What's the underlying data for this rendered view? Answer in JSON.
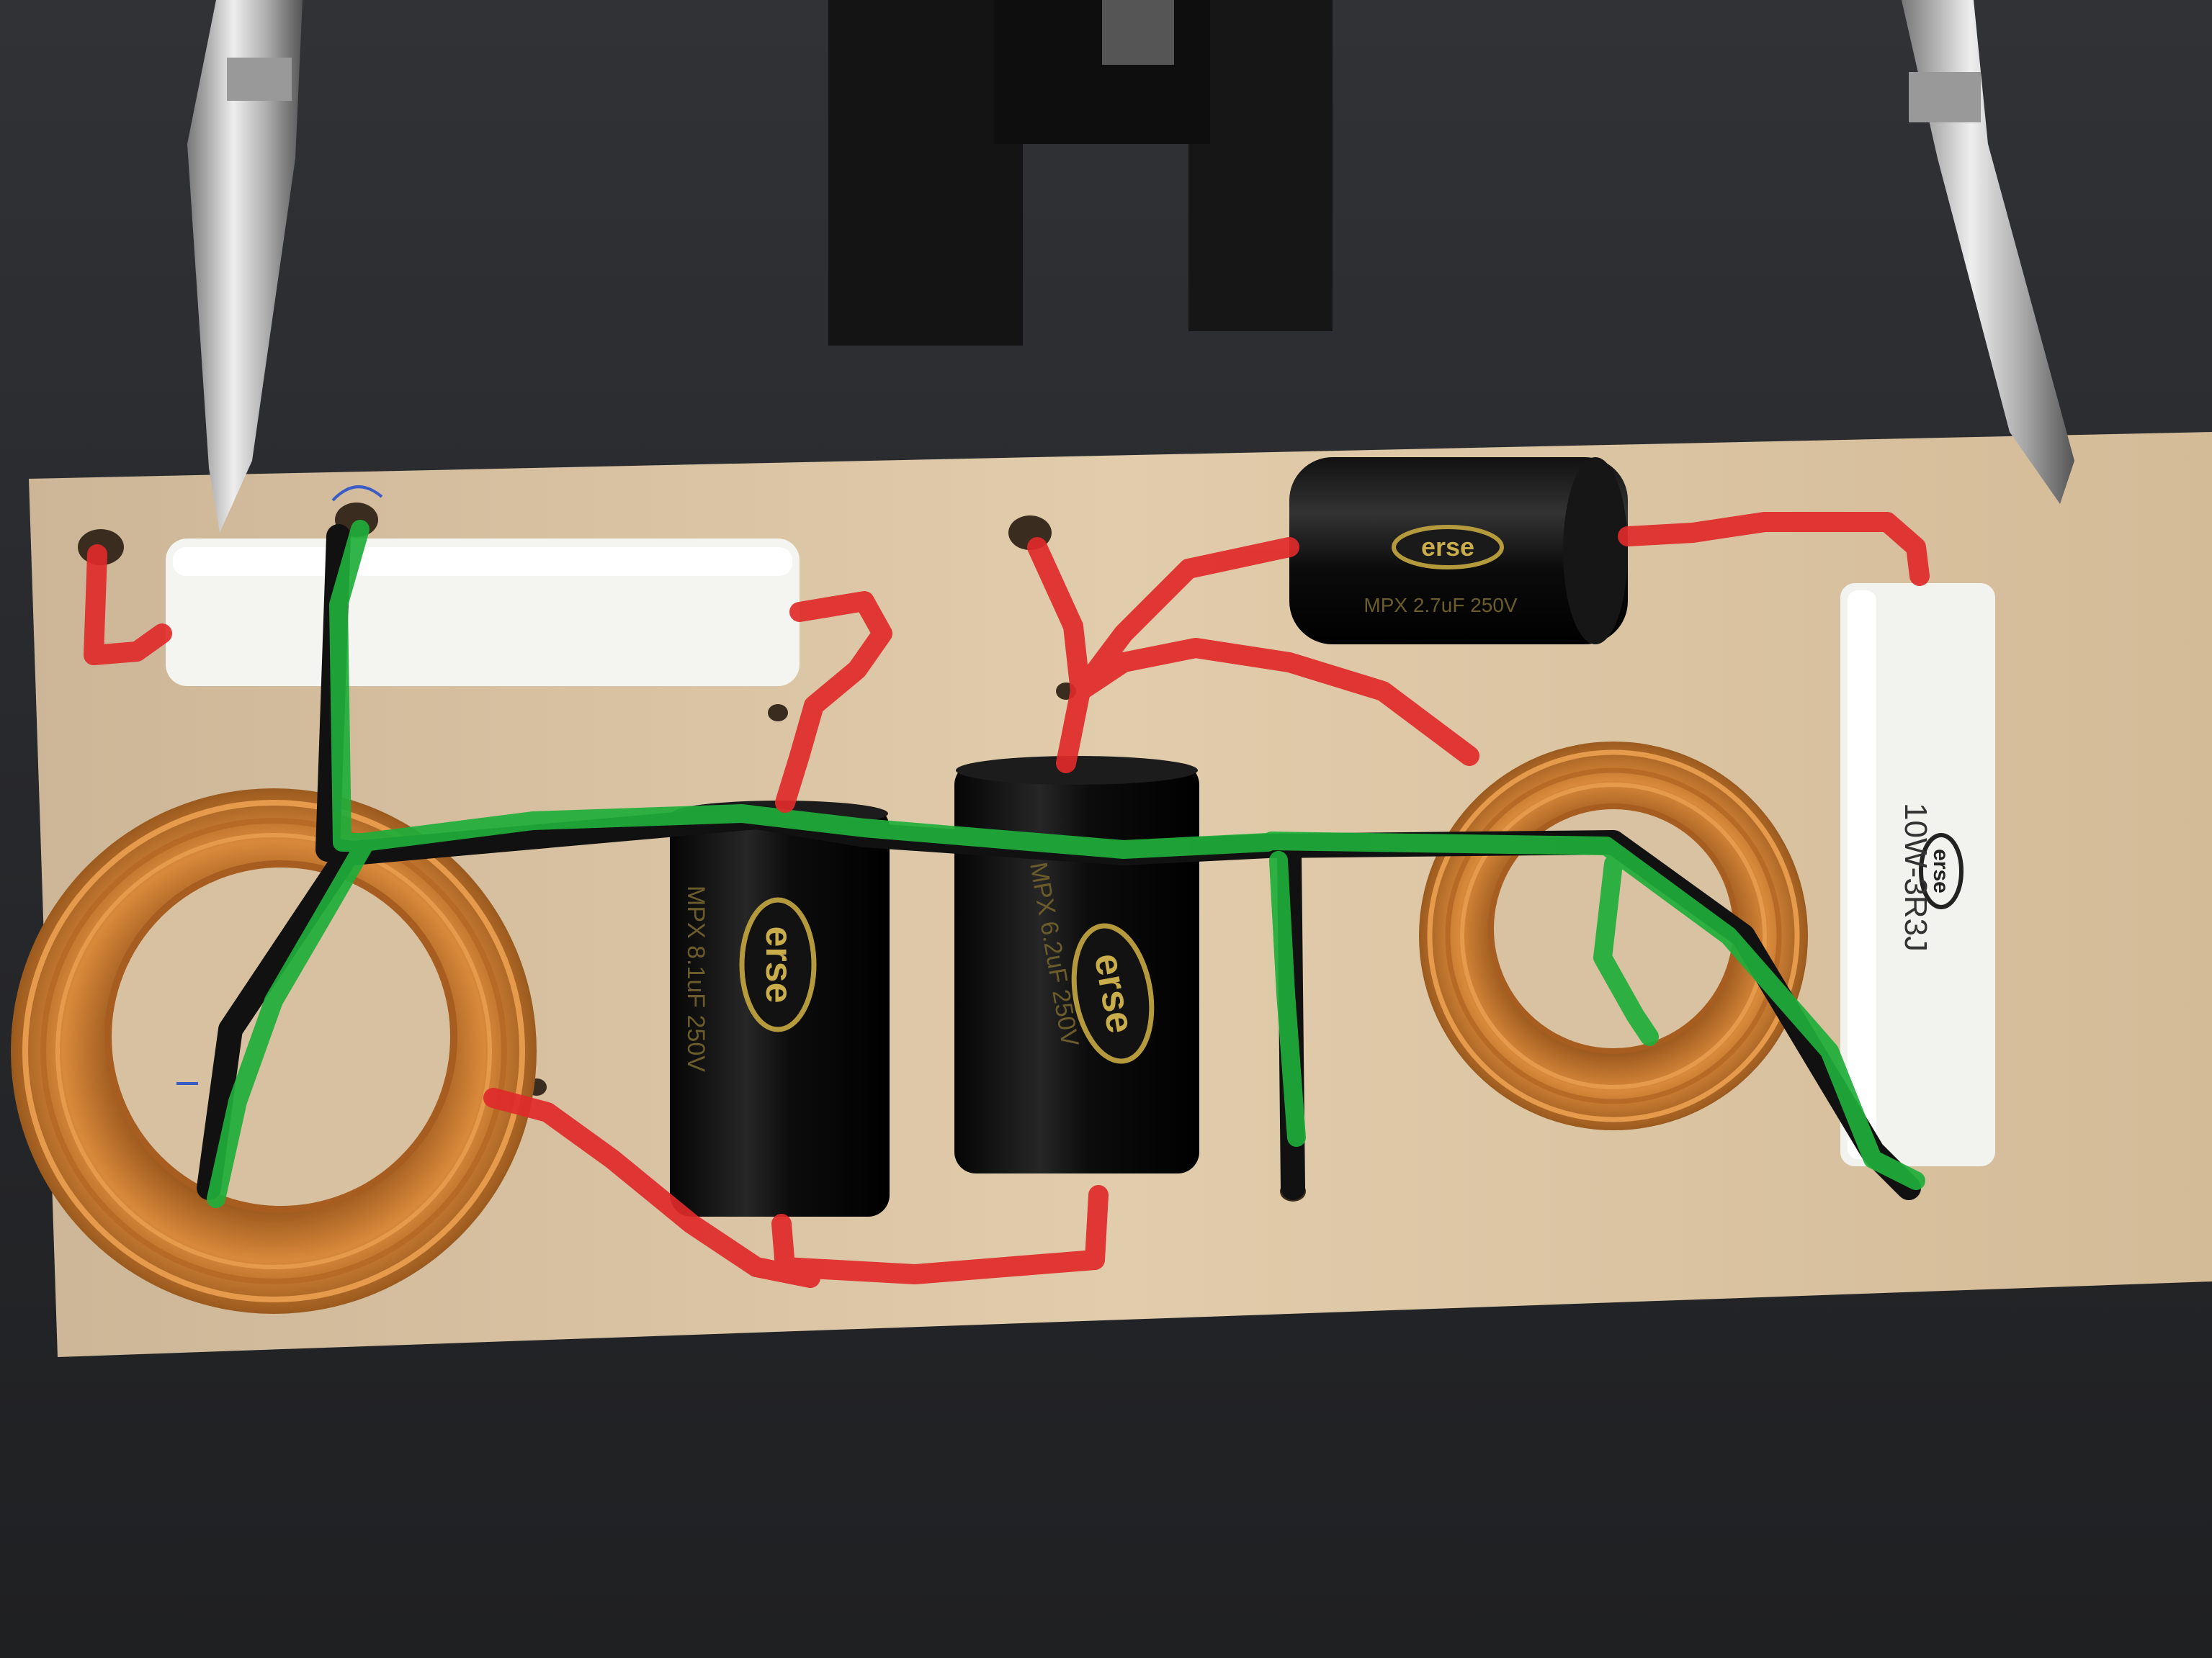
{
  "photo": {
    "subject": "speaker-crossover-breadboard",
    "wire_colors": {
      "signal": "#e02a2a",
      "ground": "#1fae3a"
    },
    "board_color": "#dcc6a4",
    "copper_color": "#c57a2b"
  },
  "components": {
    "cap_small": {
      "brand": "erse",
      "marking": "MPX 2.7uF 250V"
    },
    "cap_mid_left": {
      "brand": "erse",
      "marking": "MPX 8.1uF 250V"
    },
    "cap_mid_right": {
      "brand": "erse",
      "marking": "MPX 6.2uF 250V"
    },
    "resistor_right": {
      "brand": "erse",
      "marking": "10W-3R3J"
    }
  }
}
